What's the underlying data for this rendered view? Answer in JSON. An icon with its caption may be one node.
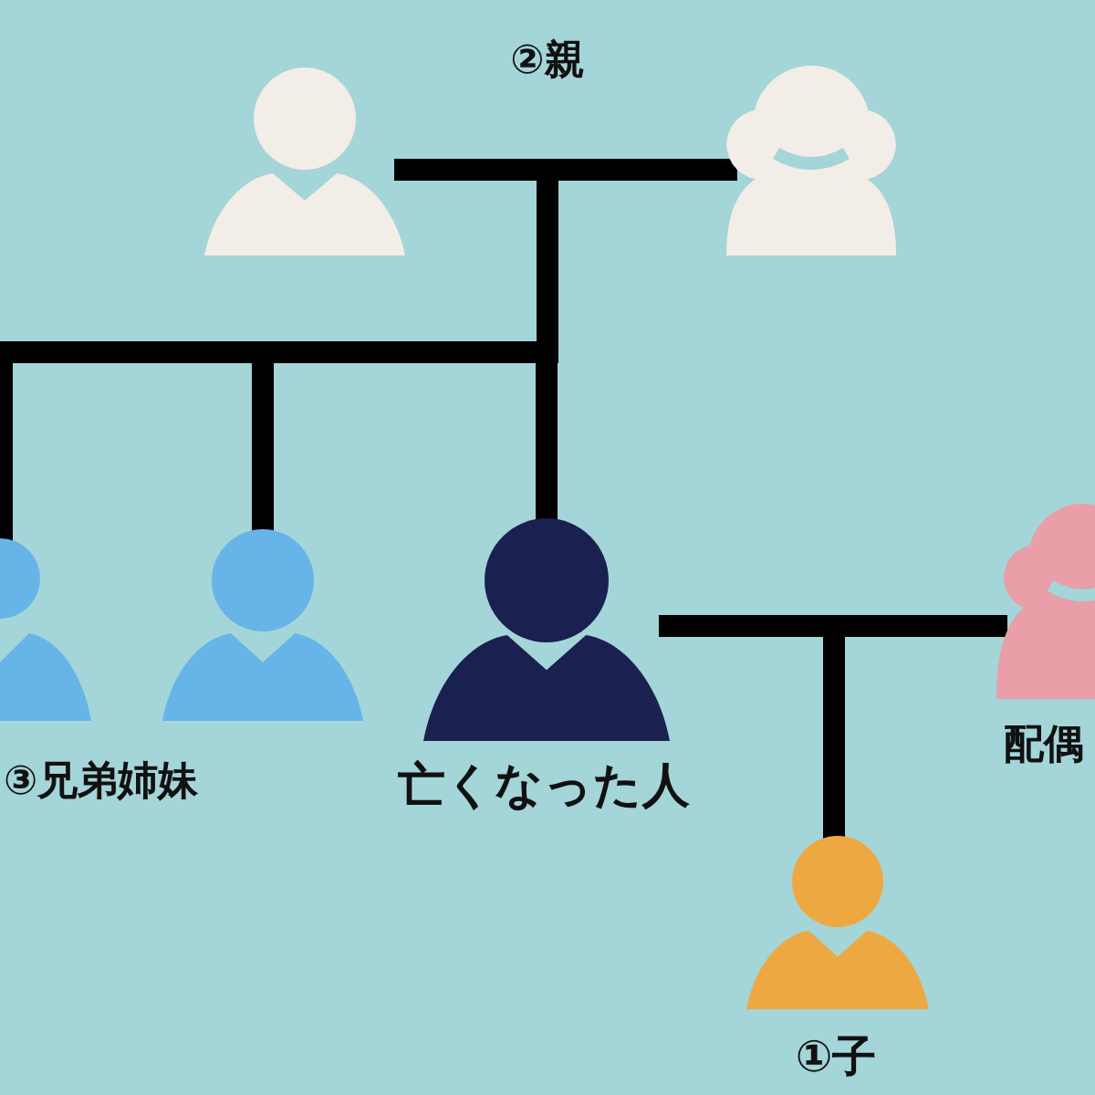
{
  "diagram": {
    "nodes": [
      {
        "text": [],
        "shape": "person"
      },
      {
        "text": [],
        "shape": "person"
      },
      {
        "text": [],
        "shape": "person"
      },
      {
        "text": [],
        "shape": "person"
      },
      {
        "text": [],
        "shape": "person",
        "beside": [
          "亡くなった人"
        ]
      },
      {
        "text": [],
        "shape": "person",
        "beside": [
          "配偶"
        ]
      },
      {
        "text": [],
        "shape": "person",
        "beside": [
          "①子"
        ]
      }
    ],
    "edges": [
      {
        "from": 0,
        "to": 1,
        "arrow": "none"
      },
      {
        "from": null,
        "to": 2,
        "arrow": "none"
      },
      {
        "from": null,
        "to": 3,
        "arrow": "none"
      },
      {
        "from": null,
        "to": 4,
        "arrow": "none"
      },
      {
        "from": 4,
        "to": 5,
        "arrow": "none"
      },
      {
        "from": null,
        "to": 6,
        "arrow": "none"
      }
    ],
    "labels": [
      "②親",
      "③兄弟姉妹"
    ]
  }
}
